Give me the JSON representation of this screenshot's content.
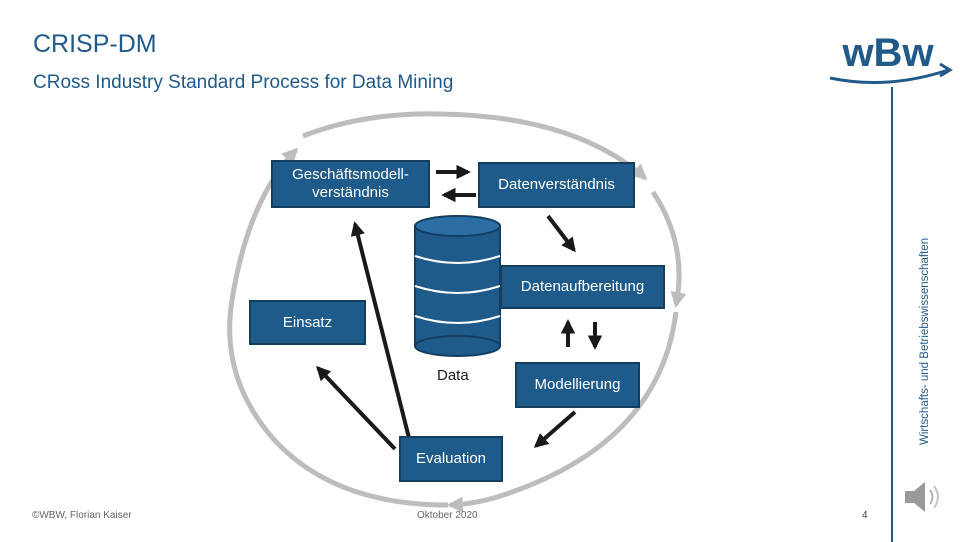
{
  "header": {
    "title": "CRISP-DM",
    "subtitle": "CRoss Industry Standard Process for Data Mining",
    "side_text": "Wirtschafts- und Betriebswissenschaften",
    "logo_text": "wBw"
  },
  "diagram": {
    "business_understanding": [
      "Geschäftsmodell-",
      "verständnis"
    ],
    "data_understanding": "Datenverständnis",
    "data_preparation": "Datenaufbereitung",
    "deployment": "Einsatz",
    "modeling": "Modellierung",
    "evaluation": "Evaluation",
    "data_label": "Data"
  },
  "footer": {
    "author": "©WBW, Florian Kaiser",
    "date": "Oktober 2020",
    "page": "4"
  },
  "colors": {
    "box": "#1f5b8a",
    "brand": "#1f5a8a",
    "cycle": "#bdbdbd",
    "arrow": "#1a1a1a"
  },
  "icons": [
    "speaker-icon",
    "database-icon"
  ]
}
